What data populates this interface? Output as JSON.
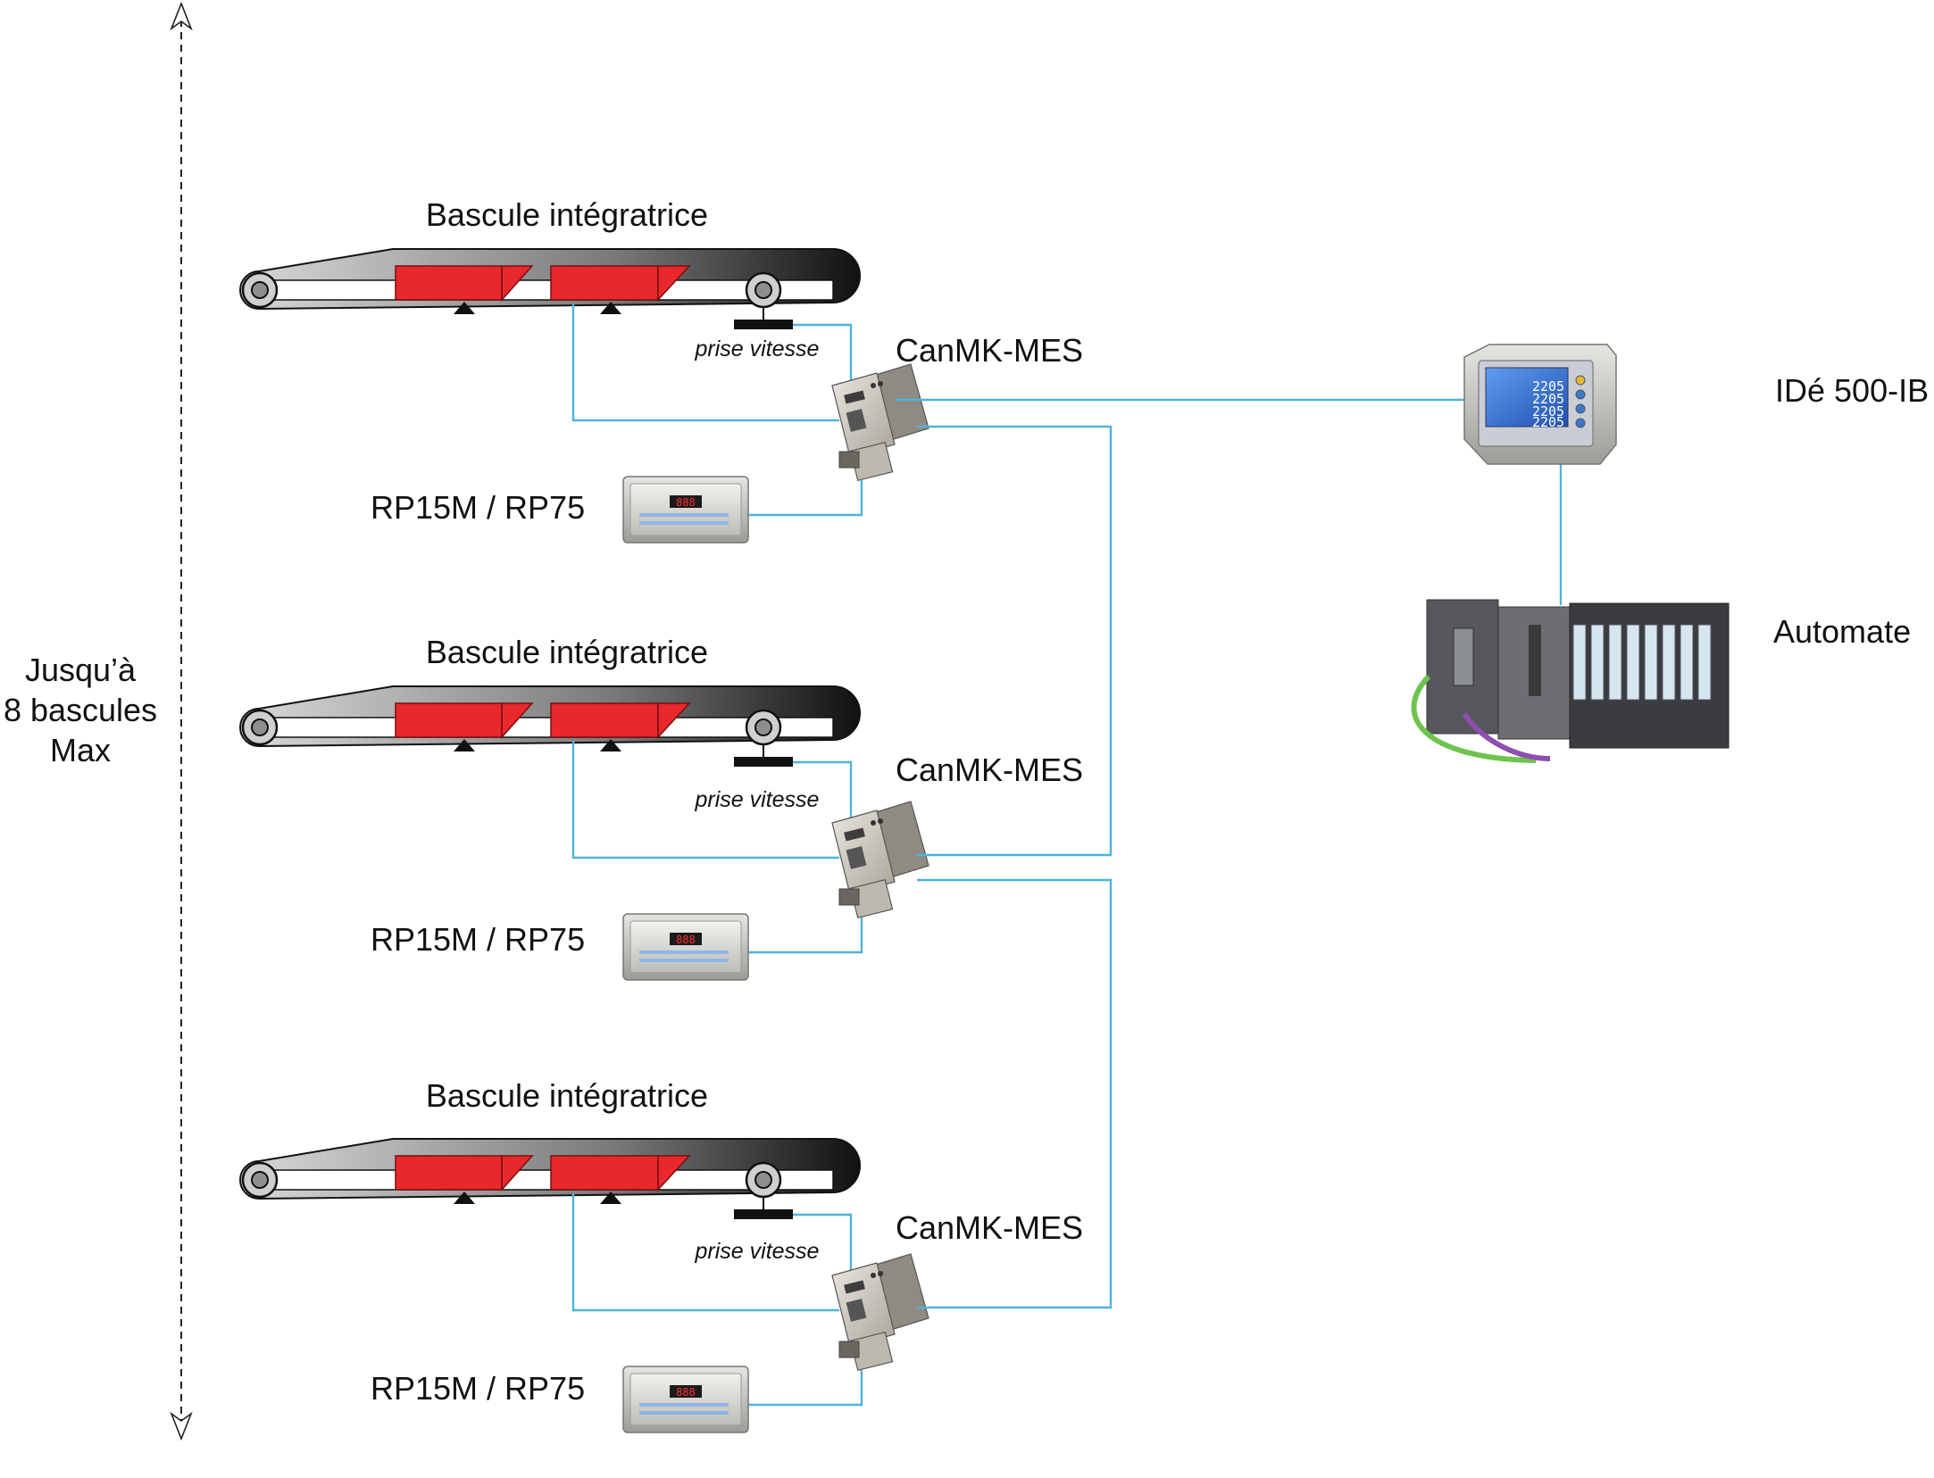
{
  "side_label": {
    "line1": "Jusqu’à",
    "line2": "8 bascules",
    "line3": "Max"
  },
  "units": [
    {
      "belt_label": "Bascule intégratrice",
      "speed_label": "prise vitesse",
      "module_label": "CanMK-MES",
      "display_label": "RP15M / RP75",
      "display_digits": "888"
    },
    {
      "belt_label": "Bascule intégratrice",
      "speed_label": "prise vitesse",
      "module_label": "CanMK-MES",
      "display_label": "RP15M / RP75",
      "display_digits": "888"
    },
    {
      "belt_label": "Bascule intégratrice",
      "speed_label": "prise vitesse",
      "module_label": "CanMK-MES",
      "display_label": "RP15M / RP75",
      "display_digits": "888"
    }
  ],
  "ide_controller": {
    "label": "IDé 500-IB",
    "screen_values": [
      "2205",
      "2205",
      "2205",
      "2205"
    ]
  },
  "plc": {
    "label": "Automate"
  },
  "colors": {
    "wire": "#4fb3d9",
    "weigh_block": "#e8282b",
    "belt": "#2a2a2a",
    "screen": "#2e6fd6"
  }
}
